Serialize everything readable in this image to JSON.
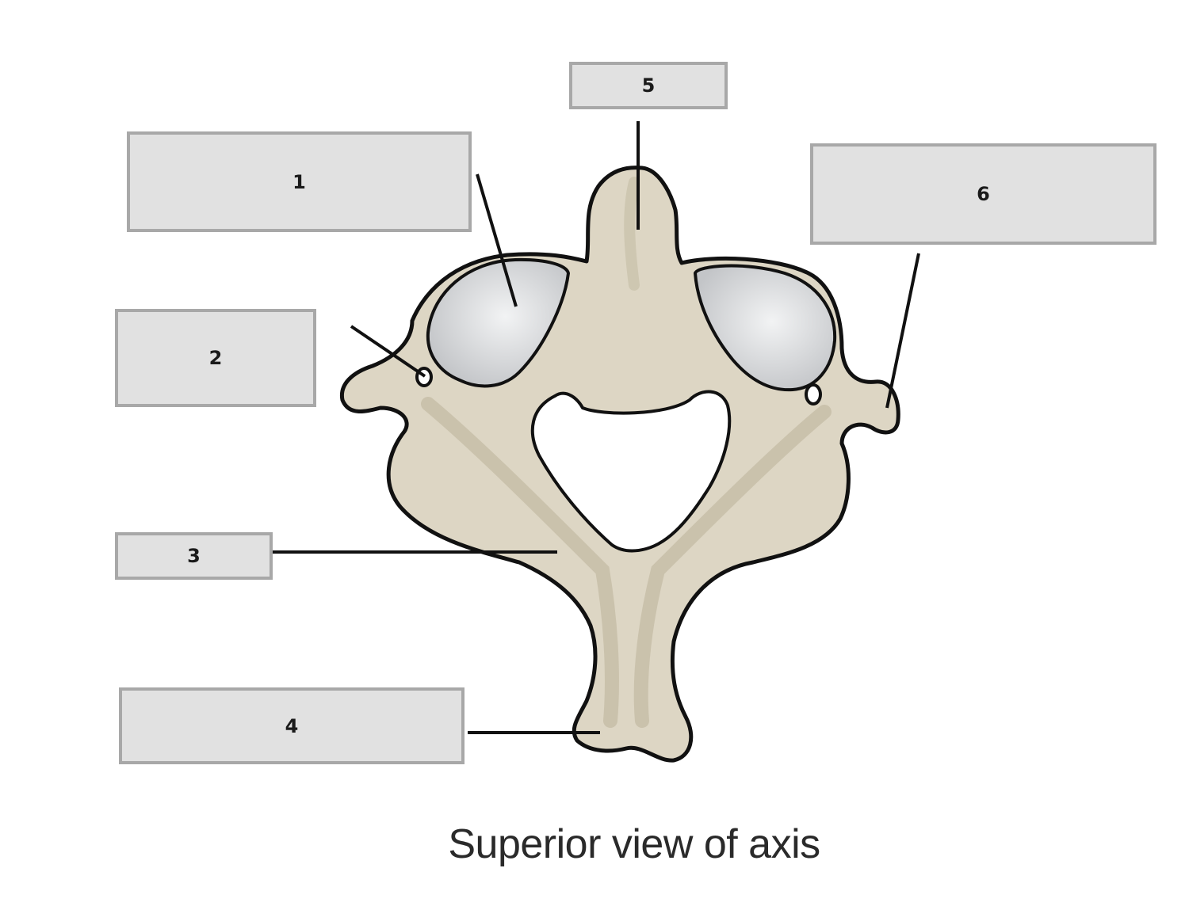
{
  "labels": {
    "box_1": "1",
    "box_2": "2",
    "box_3": "3",
    "box_4": "4",
    "box_5": "5",
    "box_6": "6"
  },
  "caption": "Superior view of axis",
  "colors": {
    "bone": "#ddd6c4",
    "bone_shadow": "#c8bfa8",
    "facet": "#d4d6d9",
    "outline": "#111111",
    "label_fill": "#e1e1e1",
    "label_border": "#a8a8a8"
  }
}
